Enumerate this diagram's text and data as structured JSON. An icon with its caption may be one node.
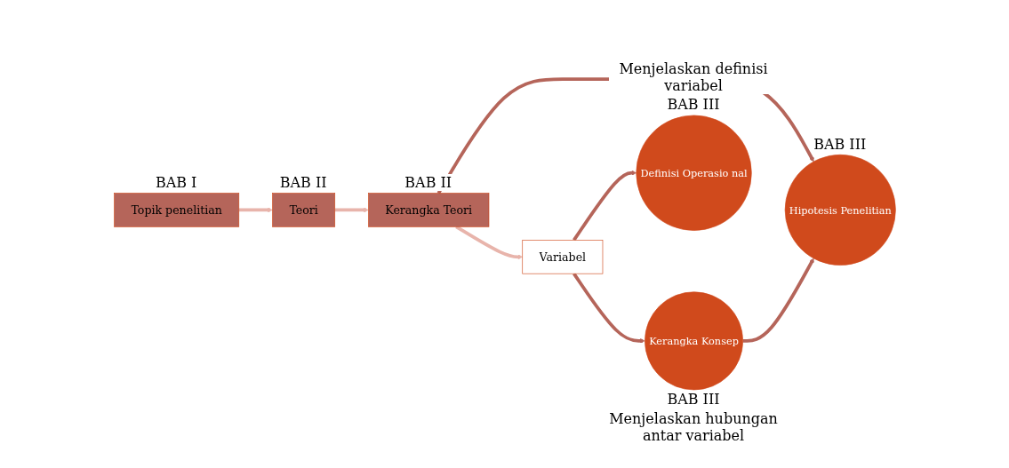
{
  "diagram": {
    "nodes": [
      {
        "text": [
          "Topik penelitian"
        ],
        "beside": [
          "BAB I"
        ]
      },
      {
        "text": [
          "Teori"
        ],
        "beside": [
          "BAB II"
        ]
      },
      {
        "text": [
          "Kerangka Teori"
        ],
        "beside": [
          "BAB II"
        ]
      },
      {
        "text": [
          "Variabel"
        ]
      },
      {
        "text": [
          "Hipotesis Penelitian"
        ],
        "beside": [
          "BAB III"
        ]
      },
      {
        "text": [
          "Kerangka Konsep"
        ],
        "beside": [
          "BAB III",
          "Menjelaskan hubungan antar variabel"
        ]
      },
      {
        "text": [
          "Definisi Operasio nal"
        ],
        "beside": [
          "Menjelaskan definisi variabel",
          "BAB III"
        ]
      }
    ],
    "edges": [
      {
        "from": 0,
        "to": 1,
        "arrow": "to",
        "color": "#e8b4ab"
      },
      {
        "from": 1,
        "to": 2,
        "arrow": "to",
        "color": "#e8b4ab"
      },
      {
        "from": 2,
        "to": 3,
        "arrow": "to",
        "color": "#e8b4ab"
      },
      {
        "from": 2,
        "to": 4,
        "arrow": "to"
      },
      {
        "from": 3,
        "to": 5,
        "arrow": "to"
      },
      {
        "from": 5,
        "to": 4,
        "arrow": "to"
      },
      {
        "from": 3,
        "to": 6,
        "arrow": "to"
      }
    ]
  }
}
